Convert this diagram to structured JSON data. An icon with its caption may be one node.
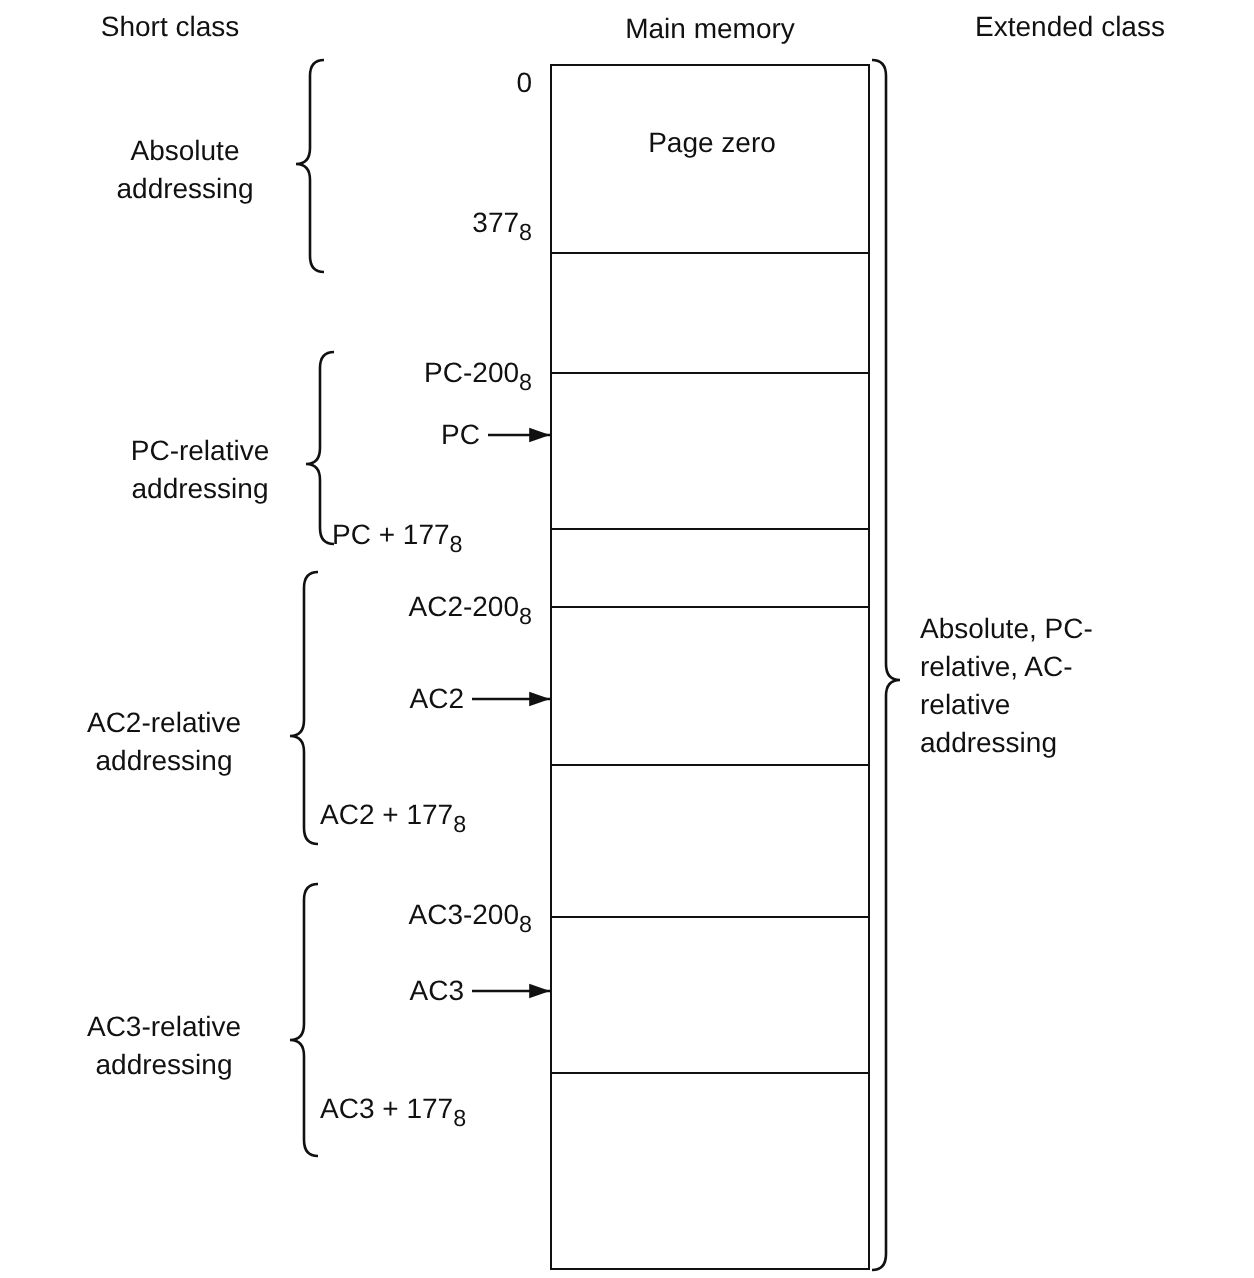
{
  "diagram": {
    "nodes": [
      {
        "text": [
          "Main memory"
        ]
      },
      {
        "text": [
          "Page zero"
        ],
        "in": 0
      },
      {
        "text": [
          "PC"
        ]
      },
      {
        "text": [
          "AC2"
        ]
      },
      {
        "text": [
          "AC3"
        ]
      }
    ],
    "edges": [
      {
        "from": 2,
        "to": 0,
        "arrow": "to"
      },
      {
        "from": 3,
        "to": 0,
        "arrow": "to"
      },
      {
        "from": 4,
        "to": 0,
        "arrow": "to"
      }
    ],
    "labels": [
      "Short class",
      "Extended class",
      "0",
      "Absolute addressing",
      "377$_{8}$",
      "PC-200$_{8}$",
      "PC-relative addressing",
      "PC + 177$_{8}$",
      "AC2-200$_{8}$",
      "AC2-relative addressing",
      "Absolute, PC-relative, AC-relative addressing",
      "AC2 + 177$_{8}$",
      "AC3-200$_{8}$",
      "AC3-relative addressing",
      "AC3 + 177$_{8}$"
    ]
  }
}
